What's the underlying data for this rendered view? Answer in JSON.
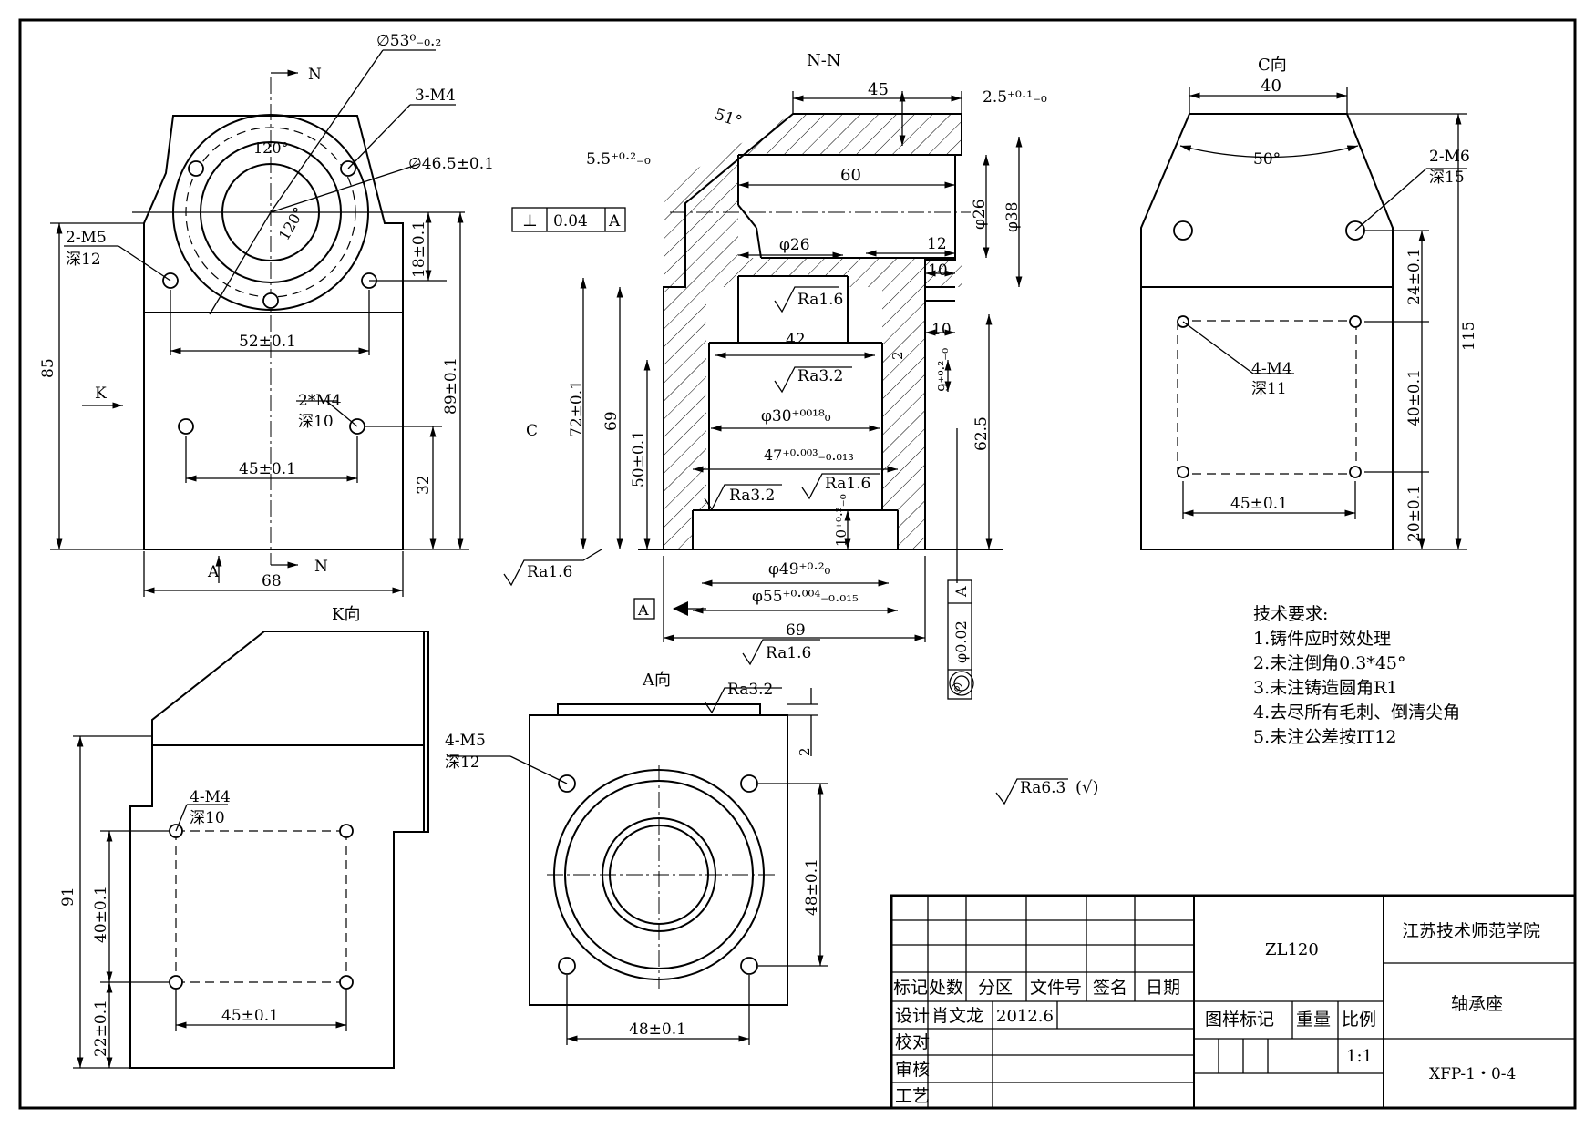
{
  "views": {
    "front": {
      "dims": {
        "d53": "∅53⁰₋₀.₂",
        "m4_3": "3-M4",
        "d465": "∅46.5±0.1",
        "ang120a": "120°",
        "ang120b": "120°",
        "m5_2a": "2-M5",
        "m5_2b": "深12",
        "d52": "52±0.1",
        "d18": "18±0.1",
        "d89": "89±0.1",
        "d85": "85",
        "m4_2a": "2*M4",
        "m4_2b": "深10",
        "d45": "45±0.1",
        "d32": "32",
        "d68": "68",
        "label_k": "K",
        "label_n_top": "N",
        "label_n_bot": "N",
        "label_a": "A"
      }
    },
    "section": {
      "title": "N-N",
      "dims": {
        "d45": "45",
        "d25": "2.5⁺⁰·¹₋₀",
        "ang51": "51°",
        "d55s": "5.5⁺⁰·²₋₀",
        "d60": "60",
        "d26a": "φ26",
        "d38": "φ38",
        "d26b": "φ26",
        "d12": "12",
        "d10a": "10",
        "d10b": "10",
        "d42": "42",
        "d2": "2",
        "d9": "9⁺⁰·²₋₀",
        "d72": "72±0.1",
        "d69v": "69",
        "d50": "50±0.1",
        "d625": "62.5",
        "d30": "φ30⁺⁰⁰¹⁸₀",
        "d47": "47⁺⁰·⁰⁰³₋₀.₀₁₃",
        "d10c": "10⁺⁰·²₋₀",
        "d49": "φ49⁺⁰·²₀",
        "d55": "φ55⁺⁰·⁰⁰⁴₋₀.₀₁₅",
        "d69h": "69",
        "label_c": "C",
        "datum": "A"
      },
      "tolerances": {
        "perp_symbol": "⊥",
        "perp_value": "0.04",
        "perp_datum": "A",
        "coax_symbol": "◎",
        "coax_value": "φ0.02",
        "coax_datum": "A"
      },
      "roughness": {
        "r1": "Ra1.6",
        "r2": "Ra3.2",
        "r3": "Ra1.6",
        "r4": "Ra3.2",
        "r5": "Ra1.6",
        "r6": "Ra1.6"
      }
    },
    "c_view": {
      "title": "C向",
      "dims": {
        "d40": "40",
        "ang50": "50°",
        "m6a": "2-M6",
        "m6b": "深15",
        "d24": "24±0.1",
        "m4a": "4-M4",
        "m4b": "深11",
        "d40v": "40±0.1",
        "d115": "115",
        "d20": "20±0.1",
        "d45": "45±0.1"
      }
    },
    "k_view": {
      "title": "K向",
      "dims": {
        "d91": "91",
        "m4a": "4-M4",
        "m4b": "深10",
        "d40": "40±0.1",
        "d22": "22±0.1",
        "d45": "45±0.1"
      }
    },
    "a_view": {
      "title": "A向",
      "dims": {
        "ra": "Ra3.2",
        "d2": "2",
        "m5a": "4-M5",
        "m5b": "深12",
        "d48v": "48±0.1",
        "d48h": "48±0.1"
      }
    }
  },
  "general_roughness": {
    "value": "Ra6.3",
    "suffix": "(√)"
  },
  "technical_requirements": {
    "heading": "技术要求:",
    "items": [
      "1.铸件应时效处理",
      "2.未注倒角0.3*45°",
      "3.未注铸造圆角R1",
      "4.去尽所有毛刺、倒清尖角",
      "5.未注公差按IT12"
    ]
  },
  "title_block": {
    "headers": [
      "标记",
      "处数",
      "分区",
      "文件号",
      "签名",
      "日期"
    ],
    "design_label": "设计",
    "designer": "肖文龙",
    "design_date": "2012.6",
    "check_label": "校对",
    "review_label": "审核",
    "process_label": "工艺",
    "part_code": "ZL120",
    "school": "江苏技术师范学院",
    "part_name": "轴承座",
    "sample_mark_label": "图样标记",
    "weight_label": "重量",
    "scale_label": "比例",
    "scale_value": "1:1",
    "drawing_number": "XFP-1・0-4"
  }
}
